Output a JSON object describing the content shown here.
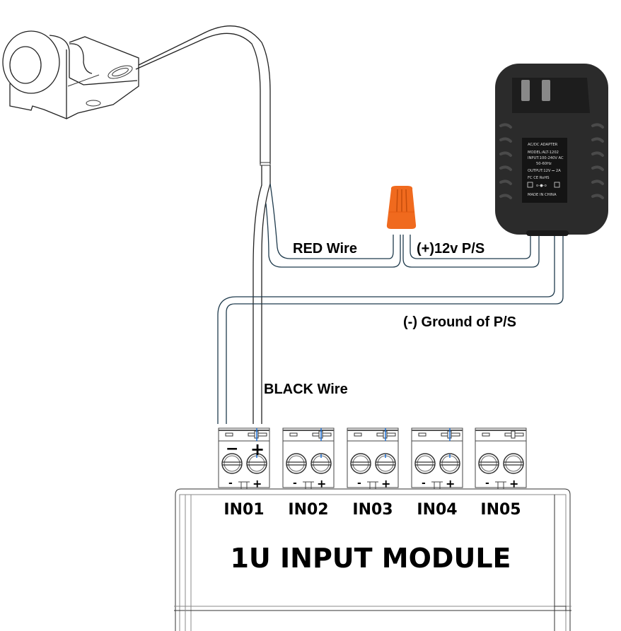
{
  "diagram": {
    "title": "1U INPUT MODULE",
    "wire_labels": {
      "red": "RED Wire",
      "positive_ps": "(+)12v P/S",
      "ground_ps": "(-) Ground of P/S",
      "black": "BLACK Wire"
    },
    "ports": [
      {
        "label": "IN01",
        "minus": "−",
        "plus": "+"
      },
      {
        "label": "IN02"
      },
      {
        "label": "IN03"
      },
      {
        "label": "IN04"
      },
      {
        "label": "IN05"
      }
    ],
    "terminal_marks": {
      "minus": "-",
      "plus": "+"
    },
    "adapter": {
      "lines": [
        "AC/DC ADAPTER",
        "MODEL:ALT-1202",
        "INPUT:100-240V AC",
        "50-60Hz",
        "OUTPUT:12V ⎓ 2A",
        "FC  CE  RoHS",
        "MADE IN CHINA"
      ]
    },
    "colors": {
      "wire_nut": "#f06a1e",
      "adapter_body": "#2b2b2b",
      "wire_outline": "#1f3b4d",
      "polarity_accent": "#1a6fd6"
    }
  }
}
